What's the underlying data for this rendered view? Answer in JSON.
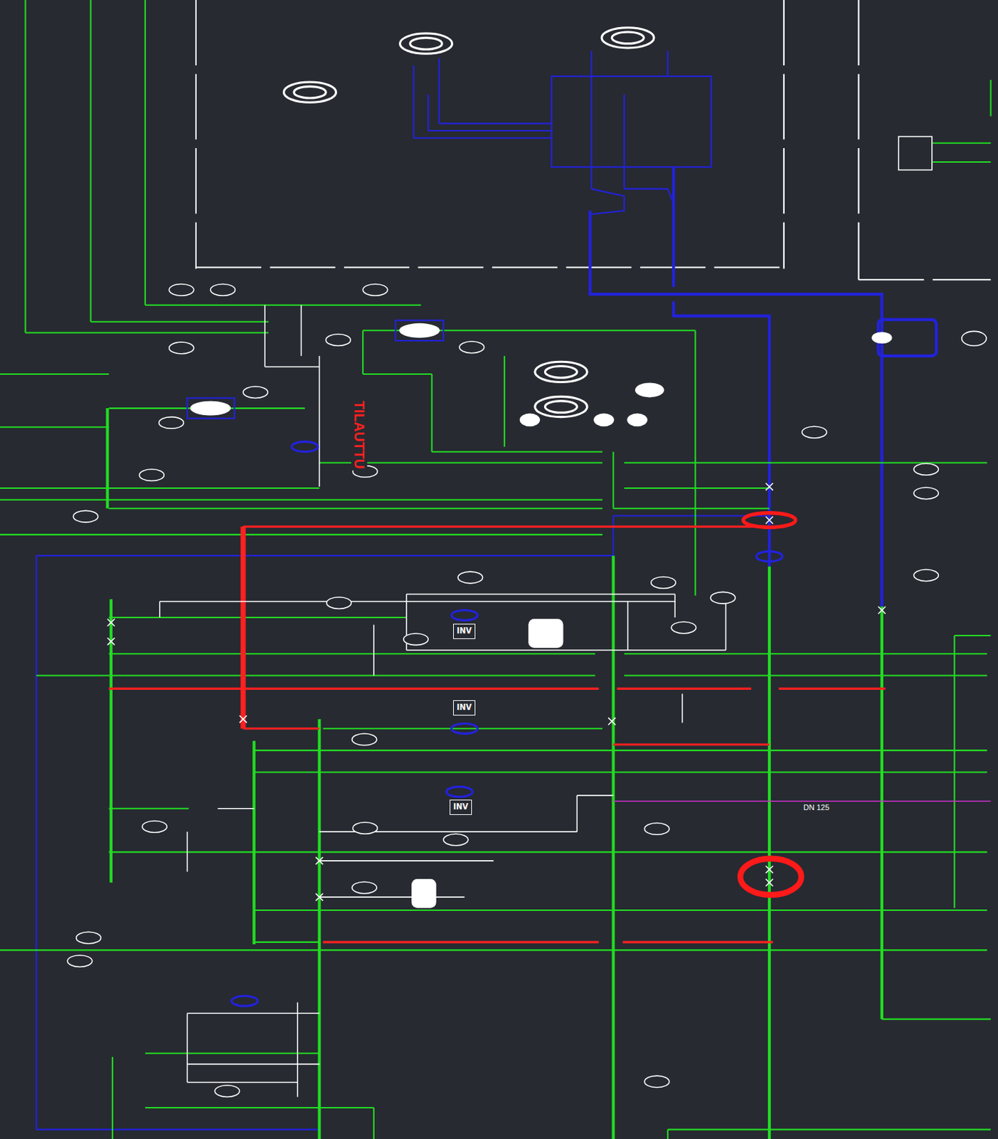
{
  "diagram": {
    "nodes": [
      {
        "text": [
          "INV"
        ]
      },
      {
        "text": [
          "INV"
        ]
      },
      {
        "text": [
          "INV"
        ]
      }
    ],
    "labels": [
      "TILAUTTU",
      "DN 125"
    ]
  }
}
